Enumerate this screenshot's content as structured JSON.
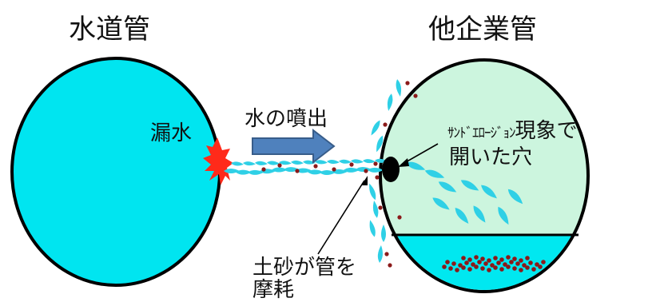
{
  "labels": {
    "water_pipe": "水道管",
    "other_pipe": "他企業管",
    "leak": "漏水",
    "jet": "水の噴出",
    "erosion_kana": "ｻﾝﾄﾞｴﾛｰｼﾞｮﾝ",
    "erosion_kanji": "現象で",
    "hole": "開いた穴",
    "abrasion_line1": "土砂が管を",
    "abrasion_line2": "摩耗"
  },
  "colors": {
    "water": "#00e5f0",
    "jet_water": "#2fd0e6",
    "inner_pipe": "#ccf5de",
    "pipe_water": "#00e8f0",
    "sand": "#8b1a1a",
    "arrow_fill": "#4f81bd",
    "arrow_edge": "#385d8a",
    "leak_burst": "#ff2a1a",
    "outline": "#000000"
  }
}
